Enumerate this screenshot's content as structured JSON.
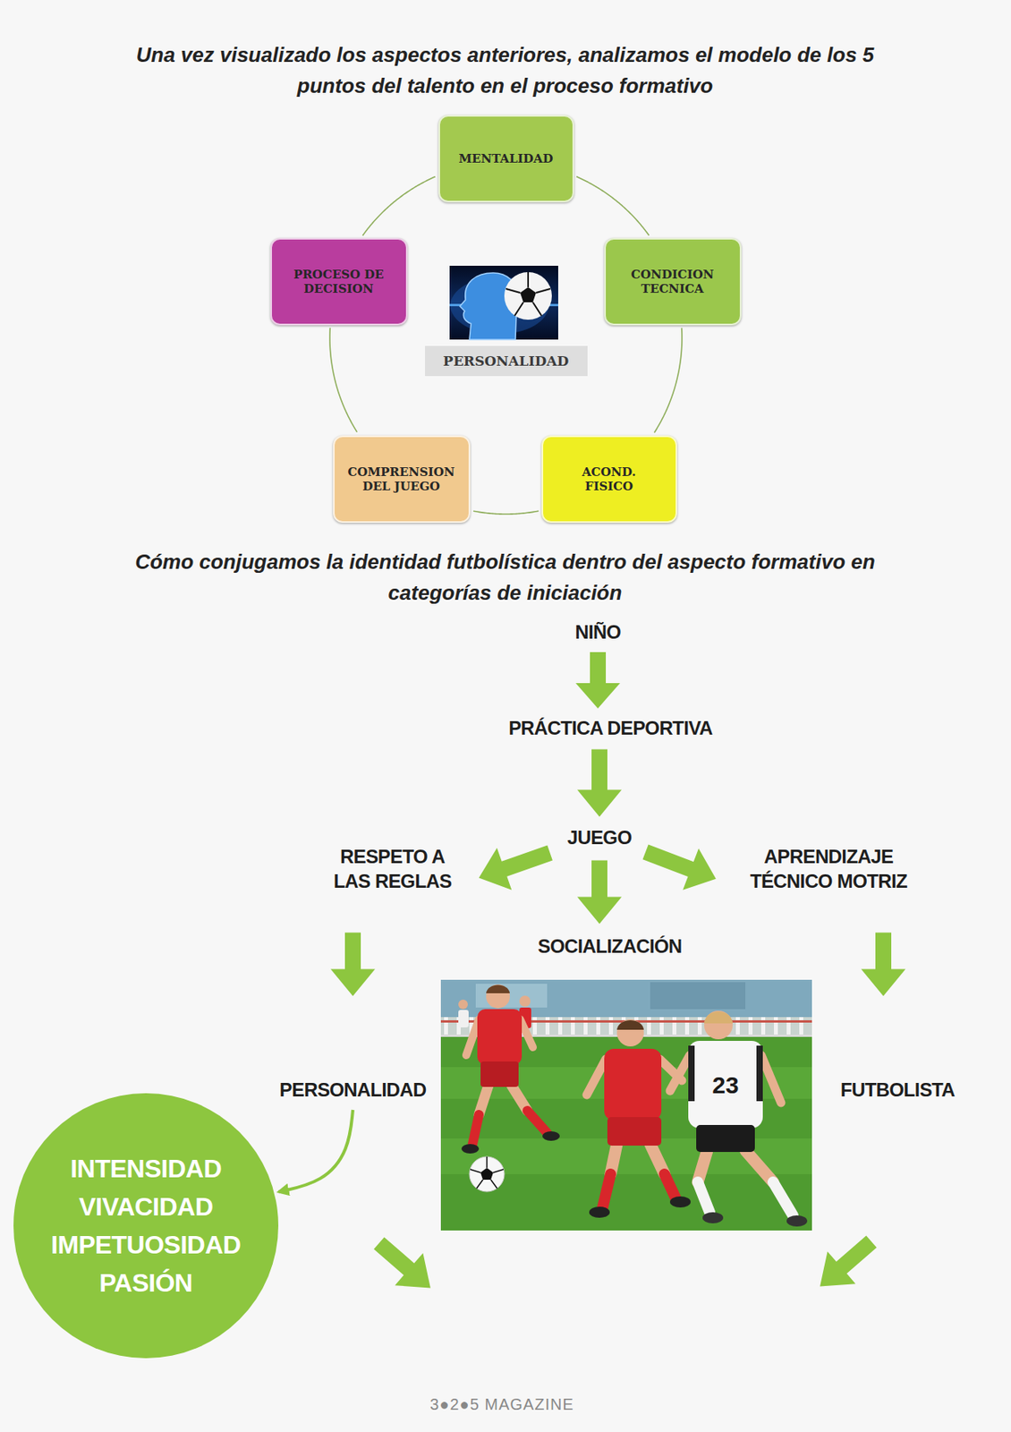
{
  "diagram": {
    "title": "Una vez visualizado los aspectos anteriores, analizamos el modelo de los 5 puntos del talento en el proceso formativo",
    "nodes": [
      {
        "text": [
          "MENTALIDAD"
        ]
      },
      {
        "text": [
          "CONDICION TECNICA"
        ]
      },
      {
        "text": [
          "ACOND. FISICO"
        ]
      },
      {
        "text": [
          "COMPRENSION DEL JUEGO"
        ]
      },
      {
        "text": [
          "PROCESO DE DECISION"
        ]
      },
      {
        "text": [
          "PERSONALIDAD"
        ]
      },
      {
        "text": [
          "NIÑO"
        ]
      },
      {
        "text": [
          "PRÁCTICA DEPORTIVA"
        ]
      },
      {
        "text": [
          "JUEGO"
        ]
      },
      {
        "text": [
          "RESPETO A LAS REGLAS"
        ]
      },
      {
        "text": [
          "APRENDIZAJE TÉCNICO MOTRIZ"
        ]
      },
      {
        "text": [
          "SOCIALIZACIÓN"
        ]
      },
      {
        "text": [
          "PERSONALIDAD"
        ]
      },
      {
        "text": [
          "FUTBOLISTA"
        ]
      },
      {
        "text": [
          "INTENSIDAD VIVACIDAD IMPETUOSIDAD PASIÓN"
        ]
      }
    ],
    "edges": [
      {
        "from": 0,
        "to": 1,
        "arrow": "none"
      },
      {
        "from": 1,
        "to": 2,
        "arrow": "none"
      },
      {
        "from": 2,
        "to": 3,
        "arrow": "none"
      },
      {
        "from": 3,
        "to": 4,
        "arrow": "none"
      },
      {
        "from": 4,
        "to": 0,
        "arrow": "none"
      },
      {
        "from": 6,
        "to": 7,
        "arrow": "to"
      },
      {
        "from": 7,
        "to": 8,
        "arrow": "to"
      },
      {
        "from": 8,
        "to": 9,
        "arrow": "to"
      },
      {
        "from": 8,
        "to": 10,
        "arrow": "to"
      },
      {
        "from": 8,
        "to": 11,
        "arrow": "to"
      },
      {
        "from": 9,
        "to": 12,
        "arrow": "to"
      },
      {
        "from": 10,
        "to": 13,
        "arrow": "to"
      },
      {
        "from": 12,
        "to": 14,
        "arrow": "to"
      }
    ],
    "labels": [
      "Cómo conjugamos la identidad futbolística dentro del aspecto formativo en categorías de iniciación",
      "23",
      "3●2●5 MAGAZINE"
    ]
  }
}
